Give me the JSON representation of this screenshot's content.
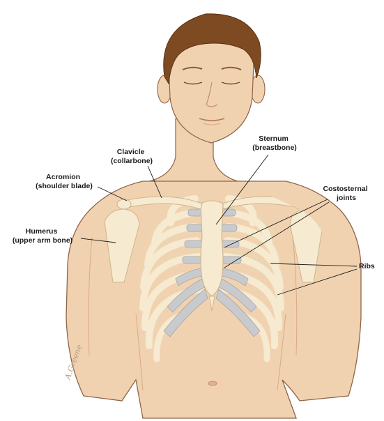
{
  "labels": {
    "clavicle": [
      "Clavicle",
      "(collarbone)"
    ],
    "sternum": [
      "Sternum",
      "(breastbone)"
    ],
    "acromion": [
      "Acromion",
      "(shoulder blade)"
    ],
    "costosternal": [
      "Costosternal",
      "joints"
    ],
    "humerus": [
      "Humerus",
      "(upper arm bone)"
    ],
    "ribs": "Ribs"
  },
  "signature": "A.Greene",
  "colors": {
    "skin": "#f1d2b0",
    "skin_shadow": "#e6bb94",
    "outline": "#8e6547",
    "hair": "#7d4a22",
    "bone": "#f6ead0",
    "bone_outline": "#cdb58d",
    "cartilage": "#c8cacd",
    "cartilage_outline": "#a4a7ab",
    "leader": "#1a1a1a"
  }
}
